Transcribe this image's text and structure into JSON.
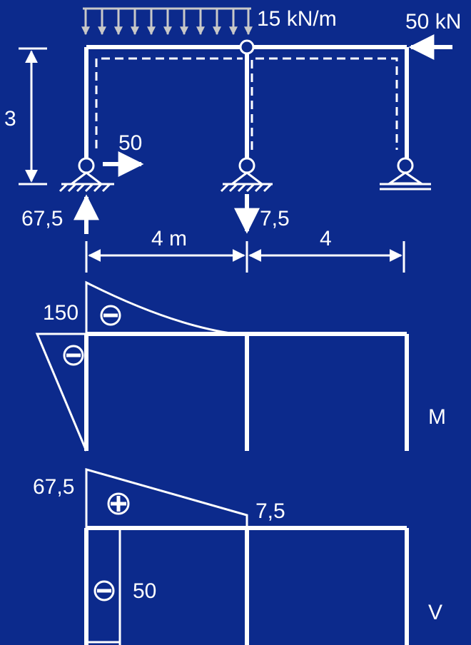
{
  "colors": {
    "background": "#0c2a8c",
    "lines": "#ffffff",
    "load_arrows": "#c8c8c8"
  },
  "loads": {
    "distributed": "15 kN/m",
    "horizontal_force": "50 kN",
    "height": "3",
    "reaction_horizontal": "50",
    "reaction_left_vertical": "67,5",
    "reaction_middle_vertical": "7,5",
    "span_left": "4 m",
    "span_right": "4"
  },
  "moment_diagram": {
    "label": "M",
    "value": "150",
    "sign": "minus"
  },
  "shear_diagram": {
    "label": "V",
    "value_left": "67,5",
    "value_right": "7,5",
    "value_column": "50",
    "sign_positive": "plus",
    "sign_negative": "minus"
  }
}
